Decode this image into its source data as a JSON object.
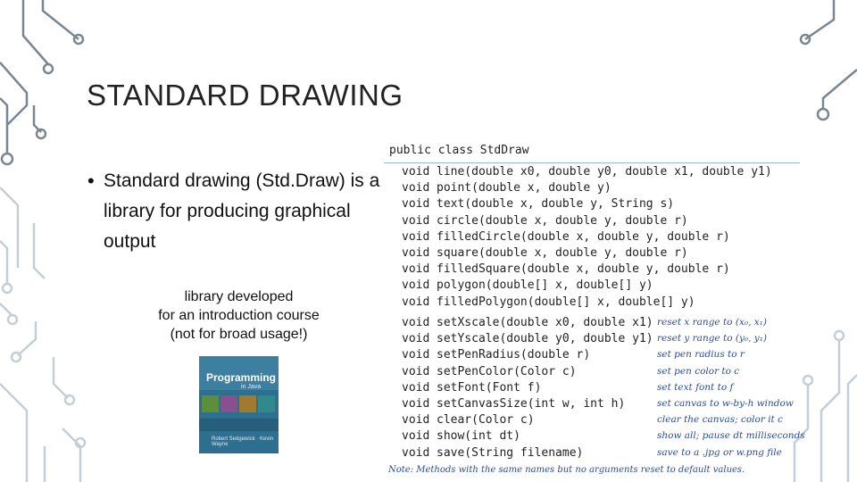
{
  "slide": {
    "title": "STANDARD DRAWING",
    "bullet_lines": [
      "Standard drawing (Std.Draw) is a",
      "library for producing graphical",
      "output"
    ],
    "note_lines": [
      "library developed",
      "for an introduction course",
      "(not for broad usage!)"
    ]
  },
  "book_cover": {
    "title": "Programming",
    "subtitle": "in Java",
    "authors": "Robert Sedgewick · Kevin Wayne"
  },
  "api": {
    "class_decl": "public class StdDraw",
    "methods_group1": [
      {
        "type": "void",
        "sig": "line(double x0, double y0, double x1, double y1)"
      },
      {
        "type": "void",
        "sig": "point(double x, double y)"
      },
      {
        "type": "void",
        "sig": "text(double x, double y, String s)"
      },
      {
        "type": "void",
        "sig": "circle(double x, double y, double r)"
      },
      {
        "type": "void",
        "sig": "filledCircle(double x, double y, double r)"
      },
      {
        "type": "void",
        "sig": "square(double x, double y, double r)"
      },
      {
        "type": "void",
        "sig": "filledSquare(double x, double y, double r)"
      },
      {
        "type": "void",
        "sig": "polygon(double[] x, double[] y)"
      },
      {
        "type": "void",
        "sig": "filledPolygon(double[] x, double[] y)"
      }
    ],
    "methods_group2": [
      {
        "type": "void",
        "sig": "setXscale(double x0, double x1)",
        "desc": "reset x range to (x₀, x₁)"
      },
      {
        "type": "void",
        "sig": "setYscale(double y0, double y1)",
        "desc": "reset y range to (y₀, y₁)"
      },
      {
        "type": "void",
        "sig": "setPenRadius(double r)",
        "desc": "set pen radius to r"
      },
      {
        "type": "void",
        "sig": "setPenColor(Color c)",
        "desc": "set pen color to c"
      },
      {
        "type": "void",
        "sig": "setFont(Font f)",
        "desc": "set text font to f"
      },
      {
        "type": "void",
        "sig": "setCanvasSize(int w, int h)",
        "desc": "set canvas to w-by-h window"
      },
      {
        "type": "void",
        "sig": "clear(Color c)",
        "desc": "clear the canvas; color it c"
      },
      {
        "type": "void",
        "sig": "show(int dt)",
        "desc": "show all; pause dt milliseconds"
      },
      {
        "type": "void",
        "sig": "save(String filename)",
        "desc": "save to a .jpg or w.png file"
      }
    ],
    "footnote": "Note: Methods with the same names but no arguments reset to default values."
  },
  "colors": {
    "circuit": "#b7c3cb",
    "circuit_dark": "#7b8790",
    "api_desc": "#2b4c9a",
    "api_rule": "#9bb8d0"
  }
}
